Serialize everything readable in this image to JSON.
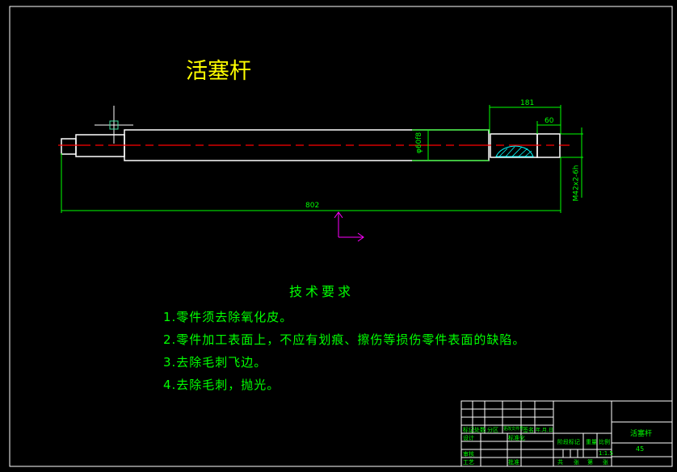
{
  "drawing": {
    "title": "活塞杆",
    "dimensions": {
      "total_length": "802",
      "thread_section": "181",
      "thread_length": "60",
      "rod_diameter": "φ60f8",
      "thread_spec": "M42x2-6h"
    },
    "colors": {
      "background": "#000000",
      "outline": "#ffffff",
      "dimension": "#00ff00",
      "centerline": "#ff0000",
      "title": "#ffff00",
      "ucs": "#ff00ff",
      "hatch": "#00ffff"
    }
  },
  "requirements": {
    "heading": "技术要求",
    "items": [
      "1.零件须去除氧化皮。",
      "2.零件加工表面上，不应有划痕、擦伤等损伤零件表面的缺陷。",
      "3.去除毛刺飞边。",
      "4.去除毛刺，抛光。"
    ]
  },
  "title_block": {
    "header_row": [
      "标记",
      "处数",
      "分区",
      "更改文件号",
      "签名",
      "年.月.日"
    ],
    "design": "设计",
    "standard": "标准化",
    "review": "审核",
    "process": "工艺",
    "approve": "批准",
    "stage_mark": "阶段标记",
    "weight": "重量",
    "scale_label": "比例",
    "scale": "1:1.5",
    "sheets": [
      "共",
      "张",
      "第",
      "张"
    ],
    "part_name": "活塞杆",
    "material": "45"
  }
}
